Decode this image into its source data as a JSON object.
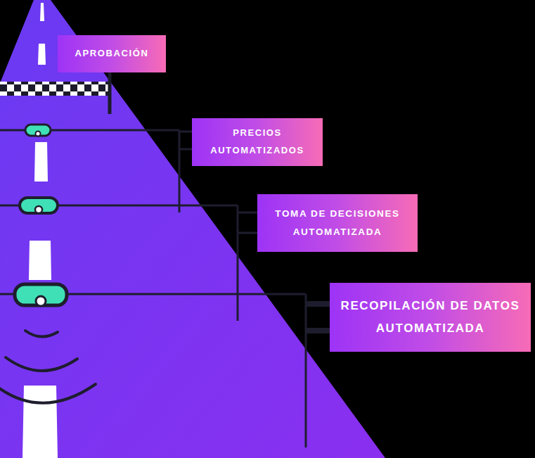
{
  "diagram": {
    "nodes": [
      {
        "text": [
          "APROBACIÓN"
        ]
      },
      {
        "text": [
          "PRECIOS AUTOMATIZADOS"
        ]
      },
      {
        "text": [
          "TOMA DE DECISIONES AUTOMATIZADA"
        ]
      },
      {
        "text": [
          "RECOPILACIÓN DE DATOS AUTOMATIZADA"
        ]
      }
    ]
  }
}
